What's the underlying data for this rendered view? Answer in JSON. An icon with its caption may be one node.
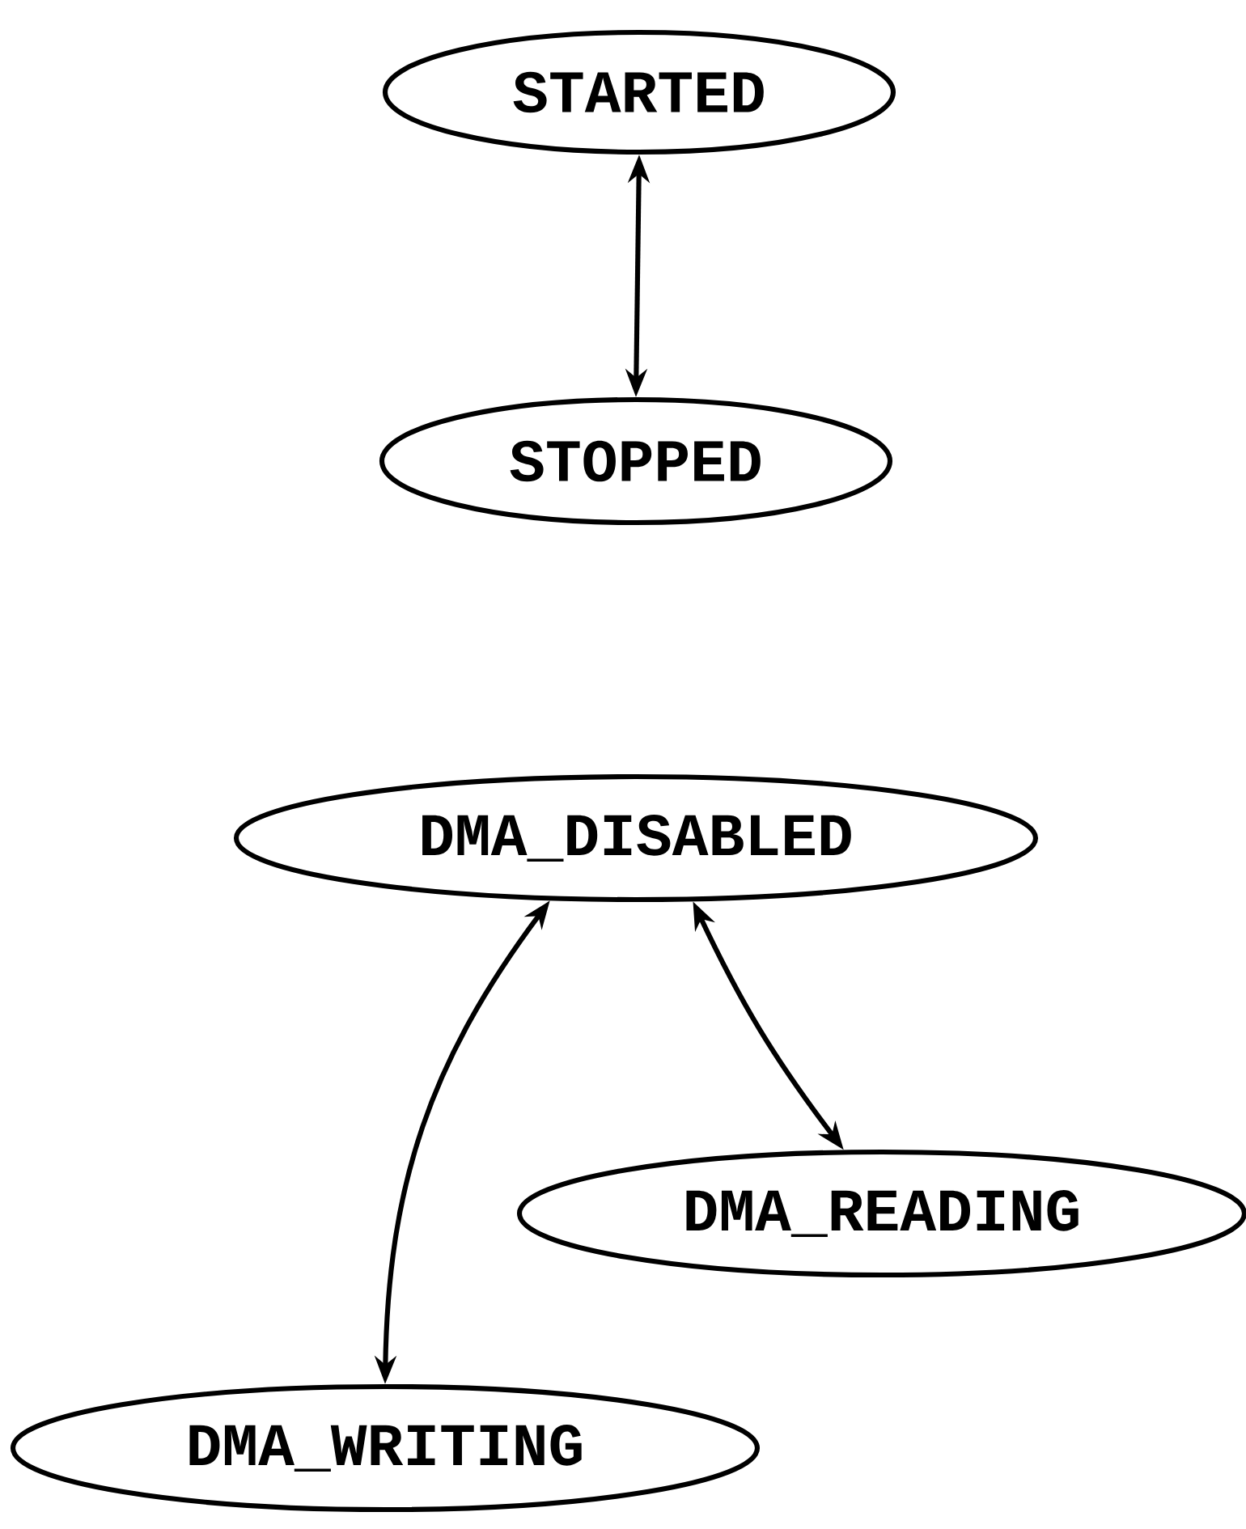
{
  "diagram": {
    "nodes": [
      {
        "text": [
          "STARTED"
        ]
      },
      {
        "text": [
          "STOPPED"
        ]
      },
      {
        "text": [
          "DMA_DISABLED"
        ]
      },
      {
        "text": [
          "DMA_READING"
        ]
      },
      {
        "text": [
          "DMA_WRITING"
        ]
      }
    ],
    "edges": [
      {
        "from": 0,
        "to": 1,
        "arrow": "both"
      },
      {
        "from": 2,
        "to": 4,
        "arrow": "both"
      },
      {
        "from": 2,
        "to": 3,
        "arrow": "both"
      }
    ]
  }
}
